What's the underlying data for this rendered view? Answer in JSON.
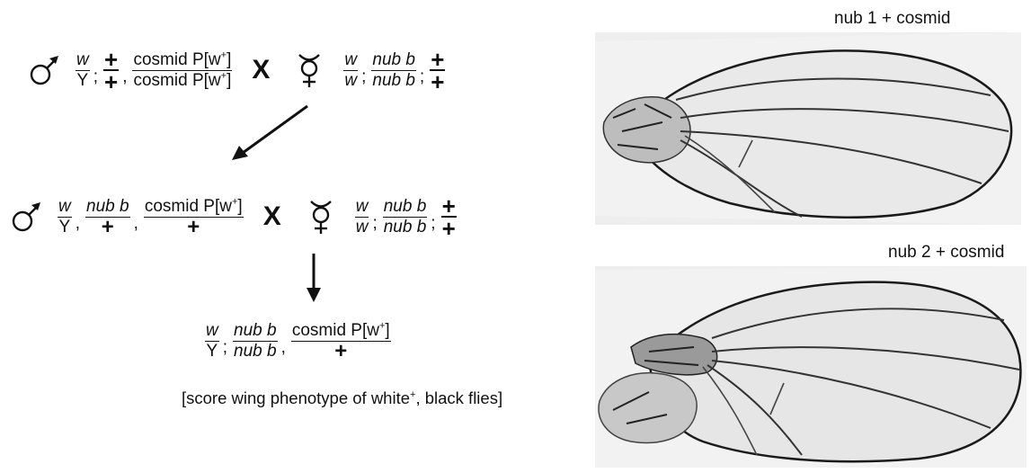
{
  "cross1": {
    "male_genotype": {
      "chr1": {
        "num": "w",
        "den": "Y"
      },
      "chr2": {
        "num": "+",
        "den": "+"
      },
      "chr3": {
        "num": "cosmid P[w",
        "num_sup": "+",
        "num_end": "]",
        "den": "cosmid P[w",
        "den_sup": "+",
        "den_end": "]"
      }
    },
    "cross_symbol": "X",
    "female_genotype": {
      "chr1": {
        "num": "w",
        "den": "w"
      },
      "chr2": {
        "num": "nub b",
        "den": "nub b"
      },
      "chr3": {
        "num": "+",
        "den": "+"
      }
    }
  },
  "cross2": {
    "male_genotype": {
      "chr1": {
        "num": "w",
        "den": "Y"
      },
      "chr2": {
        "num": "nub b",
        "den": "+"
      },
      "chr3": {
        "num": "cosmid P[w",
        "num_sup": "+",
        "num_end": "]",
        "den": "+"
      }
    },
    "cross_symbol": "X",
    "female_genotype": {
      "chr1": {
        "num": "w",
        "den": "w"
      },
      "chr2": {
        "num": "nub b",
        "den": "nub b"
      },
      "chr3": {
        "num": "+",
        "den": "+"
      }
    }
  },
  "progeny": {
    "chr1": {
      "num": "w",
      "den": "Y"
    },
    "chr2": {
      "num": "nub b",
      "den": "nub b"
    },
    "chr3": {
      "num": "cosmid P[w",
      "num_sup": "+",
      "num_end": "]",
      "den": "+"
    }
  },
  "separator": ";",
  "separator_comma": ",",
  "score_note": {
    "pre": "[score wing phenotype of white",
    "sup": "+",
    "post": ", black flies]"
  },
  "wings": [
    {
      "label": "nub 1 + cosmid"
    },
    {
      "label": "nub 2 + cosmid"
    }
  ],
  "icons": [
    "male-symbol-icon",
    "female-symbol-icon",
    "arrow-icon"
  ]
}
